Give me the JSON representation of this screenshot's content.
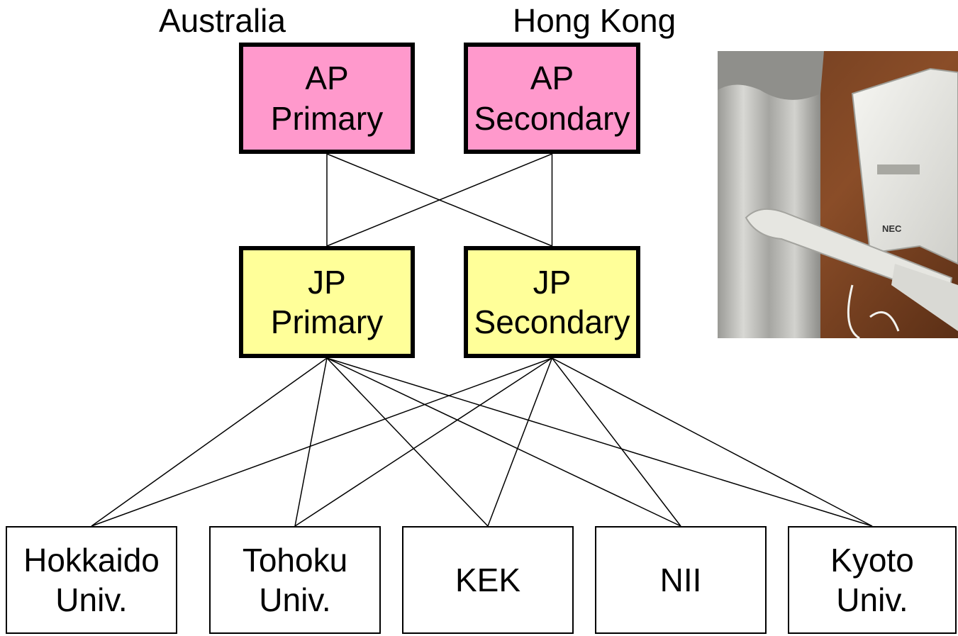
{
  "colors": {
    "ap_fill": "#ff99cc",
    "jp_fill": "#ffff99",
    "site_fill": "#ffffff",
    "line": "#000000"
  },
  "labels": {
    "australia": "Australia",
    "hong_kong": "Hong Kong"
  },
  "ap": {
    "primary": {
      "line1": "AP",
      "line2": "Primary"
    },
    "secondary": {
      "line1": "AP",
      "line2": "Secondary"
    }
  },
  "jp": {
    "primary": {
      "line1": "JP",
      "line2": "Primary"
    },
    "secondary": {
      "line1": "JP",
      "line2": "Secondary"
    }
  },
  "sites": {
    "hokkaido": {
      "line1": "Hokkaido",
      "line2": "Univ."
    },
    "tohoku": {
      "line1": "Tohoku",
      "line2": "Univ."
    },
    "kek": {
      "line1": "KEK"
    },
    "nii": {
      "line1": "NII"
    },
    "kyoto": {
      "line1": "Kyoto",
      "line2": "Univ."
    }
  },
  "photo": {
    "icon": "wireless-access-point-photo",
    "brand_text": "NEC"
  },
  "links": [
    [
      "ap-primary",
      "jp-primary"
    ],
    [
      "ap-primary",
      "jp-secondary"
    ],
    [
      "ap-secondary",
      "jp-primary"
    ],
    [
      "ap-secondary",
      "jp-secondary"
    ],
    [
      "jp-primary",
      "hokkaido"
    ],
    [
      "jp-primary",
      "tohoku"
    ],
    [
      "jp-primary",
      "kek"
    ],
    [
      "jp-primary",
      "nii"
    ],
    [
      "jp-primary",
      "kyoto"
    ],
    [
      "jp-secondary",
      "hokkaido"
    ],
    [
      "jp-secondary",
      "tohoku"
    ],
    [
      "jp-secondary",
      "kek"
    ],
    [
      "jp-secondary",
      "nii"
    ],
    [
      "jp-secondary",
      "kyoto"
    ]
  ]
}
